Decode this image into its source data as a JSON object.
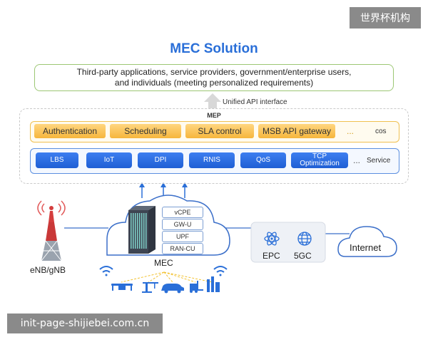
{
  "watermark": {
    "top": "世界杯机构",
    "bottom": "init-page-shijiebei.com.cn"
  },
  "title": "MEC Solution",
  "applications": {
    "line1": "Third-party applications, service providers, government/enterprise users,",
    "line2": "and individuals (meeting personalized requirements)"
  },
  "api_label": "Unified API interface",
  "mep": {
    "label": "MEP",
    "cos_items": [
      "Authentication",
      "Scheduling",
      "SLA control",
      "MSB API gateway"
    ],
    "cos_ellipsis": "...",
    "cos_label": "cos",
    "service_items": [
      "LBS",
      "IoT",
      "DPI",
      "RNIS",
      "QoS"
    ],
    "service_tcp": {
      "line1": "TCP",
      "line2": "Optimization"
    },
    "service_ellipsis": "...",
    "service_label": "Service"
  },
  "mec": {
    "label": "MEC",
    "functions": [
      "vCPE",
      "GW-U",
      "UPF",
      "RAN-CU"
    ]
  },
  "base_station_label": "eNB/gNB",
  "core": {
    "epc": "EPC",
    "fivegc": "5GC"
  },
  "internet_label": "Internet",
  "colors": {
    "primary_blue": "#2a6fd8",
    "green_border": "#9cc774",
    "cos_orange": "#f6b63c",
    "watermark_gray": "#8a8a8a"
  }
}
